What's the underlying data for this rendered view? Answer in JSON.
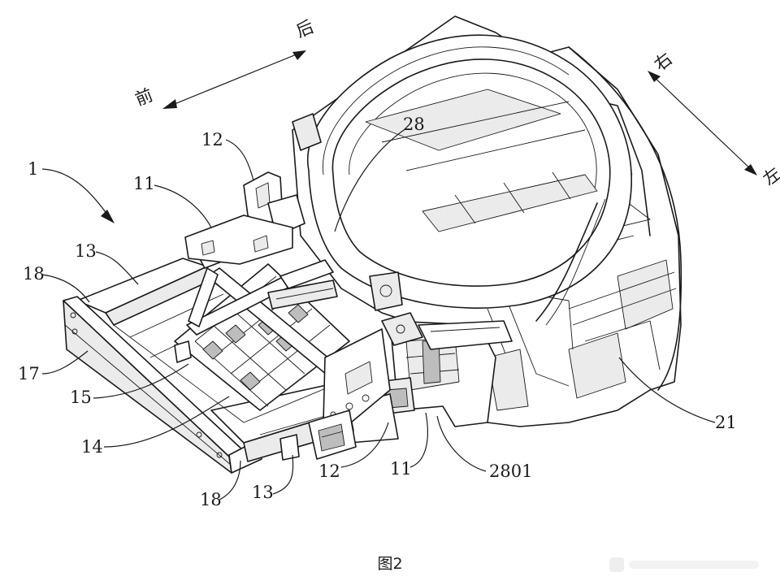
{
  "figure": {
    "caption": "图2",
    "directions": {
      "front": "前",
      "rear": "后",
      "right": "右",
      "left": "左"
    },
    "callouts": [
      {
        "id": "c1",
        "text": "1"
      },
      {
        "id": "c12a",
        "text": "12"
      },
      {
        "id": "c11a",
        "text": "11"
      },
      {
        "id": "c13a",
        "text": "13"
      },
      {
        "id": "c18a",
        "text": "18"
      },
      {
        "id": "c17",
        "text": "17"
      },
      {
        "id": "c15",
        "text": "15"
      },
      {
        "id": "c14",
        "text": "14"
      },
      {
        "id": "c18b",
        "text": "18"
      },
      {
        "id": "c13b",
        "text": "13"
      },
      {
        "id": "c12b",
        "text": "12"
      },
      {
        "id": "c11b",
        "text": "11"
      },
      {
        "id": "c2801",
        "text": "2801"
      },
      {
        "id": "c21",
        "text": "21"
      },
      {
        "id": "c28",
        "text": "28"
      }
    ]
  }
}
